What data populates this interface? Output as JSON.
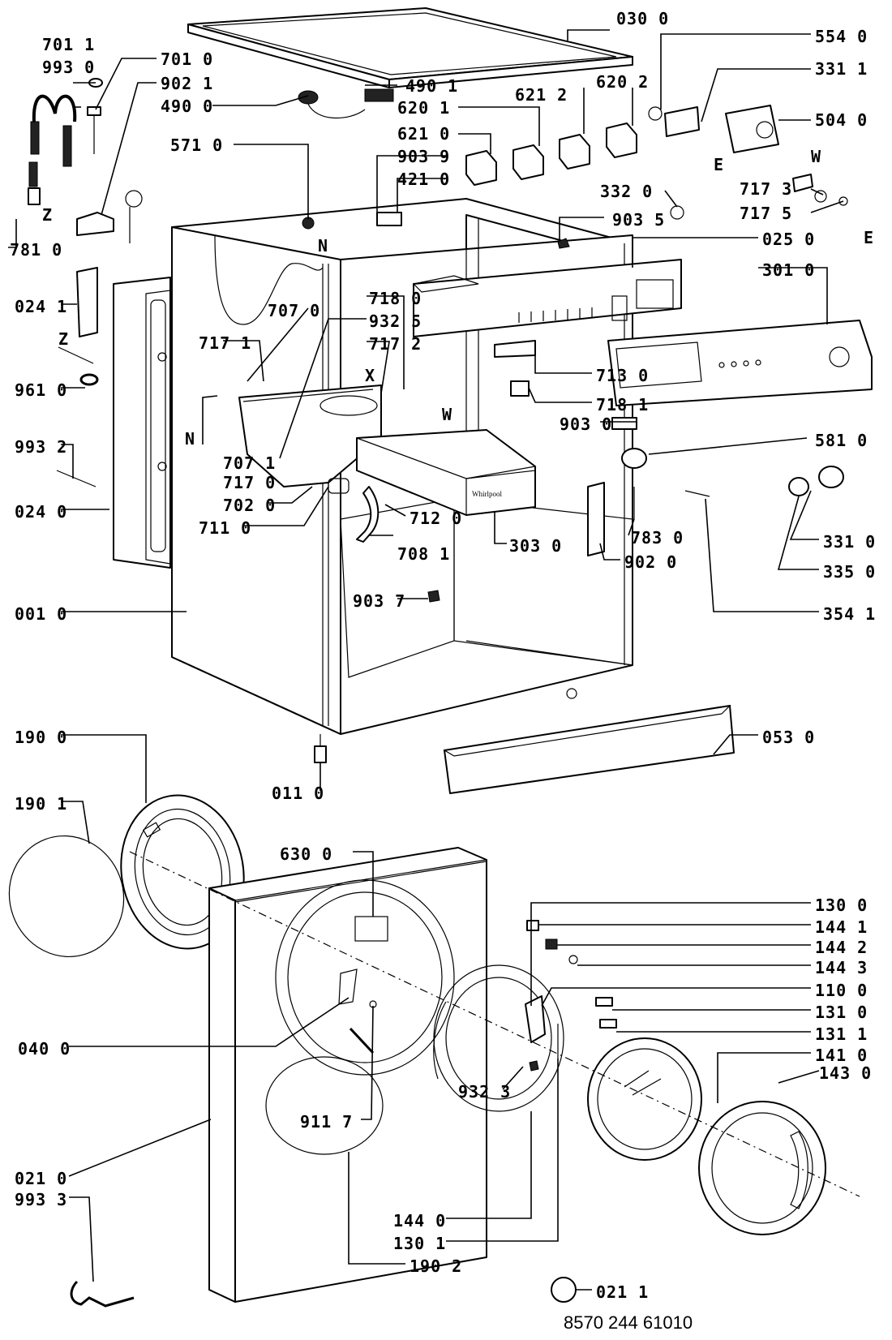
{
  "diagram": {
    "doc_number": "8570 244 61010",
    "parts": {
      "p701_1": "701 1",
      "p993_0": "993 0",
      "p701_0": "701 0",
      "p902_1": "902 1",
      "p490_0": "490 0",
      "p490_1": "490 1",
      "p030_0": "030 0",
      "p554_0": "554 0",
      "p331_1": "331 1",
      "p620_2": "620 2",
      "p621_2": "621 2",
      "p620_1": "620 1",
      "p621_0": "621 0",
      "p504_0": "504 0",
      "p571_0": "571 0",
      "p903_9": "903 9",
      "p421_0": "421 0",
      "p332_0": "332 0",
      "p717_3": "717 3",
      "p717_5": "717 5",
      "p903_5": "903 5",
      "p025_0": "025 0",
      "p781_0": "781 0",
      "p024_1": "024 1",
      "p301_0": "301 0",
      "p707_0": "707 0",
      "p718_0": "718 0",
      "p932_5": "932 5",
      "p717_1": "717 1",
      "p717_2": "717 2",
      "p713_0": "713 0",
      "p961_0": "961 0",
      "p718_1": "718 1",
      "p903_0": "903 0",
      "p993_2": "993 2",
      "p581_0": "581 0",
      "p707_1": "707 1",
      "p717_0": "717 0",
      "p702_0": "702 0",
      "p712_0": "712 0",
      "p024_0": "024 0",
      "p711_0": "711 0",
      "p708_1": "708 1",
      "p303_0": "303 0",
      "p783_0": "783 0",
      "p331_0": "331 0",
      "p902_0": "902 0",
      "p335_0": "335 0",
      "p903_7": "903 7",
      "p354_1": "354 1",
      "p001_0": "001 0",
      "p190_0": "190 0",
      "p053_0": "053 0",
      "p011_0": "011 0",
      "p190_1": "190 1",
      "p630_0": "630 0",
      "p130_0": "130 0",
      "p144_1": "144 1",
      "p144_2": "144 2",
      "p144_3": "144 3",
      "p110_0": "110 0",
      "p131_0": "131 0",
      "p131_1": "131 1",
      "p141_0": "141 0",
      "p143_0": "143 0",
      "p040_0": "040 0",
      "p932_3": "932 3",
      "p911_7": "911 7",
      "p021_0": "021 0",
      "p993_3": "993 3",
      "p144_0": "144 0",
      "p130_1": "130 1",
      "p021_1": "021 1",
      "p190_2": "190 2"
    },
    "letters": {
      "z1": "Z",
      "z2": "Z",
      "n1": "N",
      "n2": "N",
      "e1": "E",
      "e2": "E",
      "w1": "W",
      "w2": "W",
      "x1": "X"
    },
    "brand_mark": "Whirlpool"
  }
}
